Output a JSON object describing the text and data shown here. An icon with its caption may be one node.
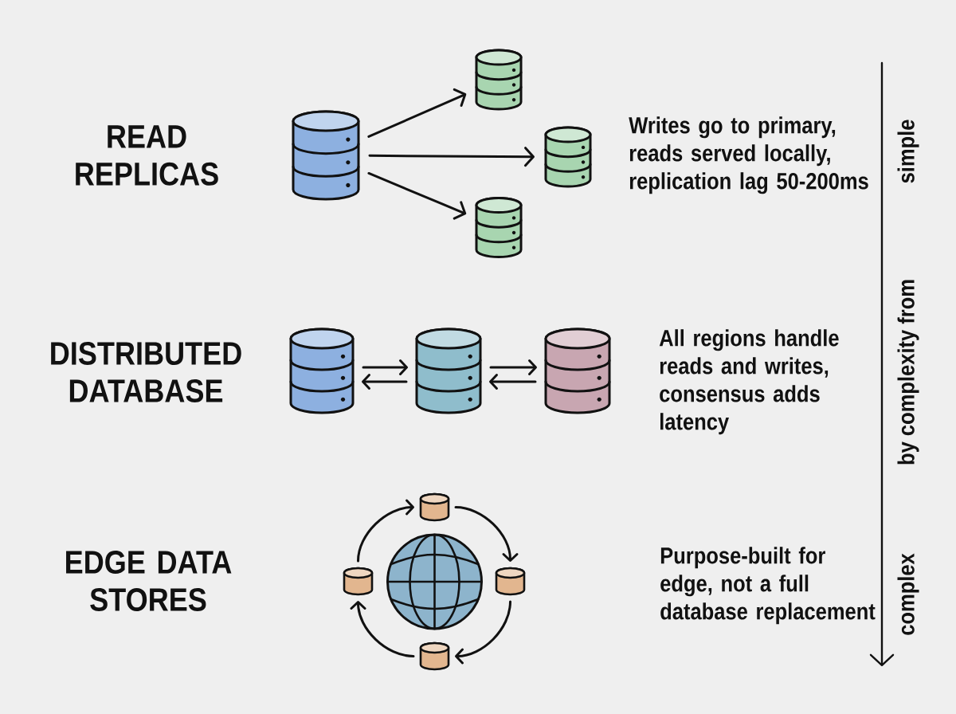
{
  "diagram": {
    "nodes": [
      {
        "text": [],
        "shape": "cylinder"
      },
      {
        "text": [],
        "shape": "cylinder"
      },
      {
        "text": [],
        "shape": "cylinder"
      },
      {
        "text": [],
        "shape": "cylinder"
      },
      {
        "text": [],
        "shape": "cylinder"
      },
      {
        "text": [],
        "shape": "cylinder"
      },
      {
        "text": [],
        "shape": "cylinder"
      },
      {
        "text": [],
        "shape": "cylinder"
      },
      {
        "text": [],
        "shape": "cylinder"
      },
      {
        "text": [],
        "shape": "cylinder"
      },
      {
        "text": [],
        "shape": "cylinder"
      }
    ],
    "edges": [
      {
        "from": 0,
        "to": 1,
        "arrow": "to"
      },
      {
        "from": 0,
        "to": 2,
        "arrow": "to"
      },
      {
        "from": 0,
        "to": 3,
        "arrow": "to"
      },
      {
        "from": 4,
        "to": 5,
        "arrow": "to"
      },
      {
        "from": 5,
        "to": 4,
        "arrow": "to"
      },
      {
        "from": 5,
        "to": 6,
        "arrow": "to"
      },
      {
        "from": 6,
        "to": 5,
        "arrow": "to"
      },
      {
        "from": 7,
        "to": 9,
        "arrow": "to"
      },
      {
        "from": 9,
        "to": 10,
        "arrow": "to"
      },
      {
        "from": 10,
        "to": 8,
        "arrow": "to"
      },
      {
        "from": 8,
        "to": 7,
        "arrow": "to"
      }
    ],
    "labels": [
      "READ REPLICAS",
      "Writes go to primary, reads served locally, replication lag 50-200ms",
      "simple",
      "DISTRIBUTED DATABASE",
      "All regions handle reads and writes, consensus adds latency",
      "by complexity from",
      "EDGE DATA STORES",
      "Purpose-built for edge, not a full database replacement",
      "complex"
    ]
  }
}
